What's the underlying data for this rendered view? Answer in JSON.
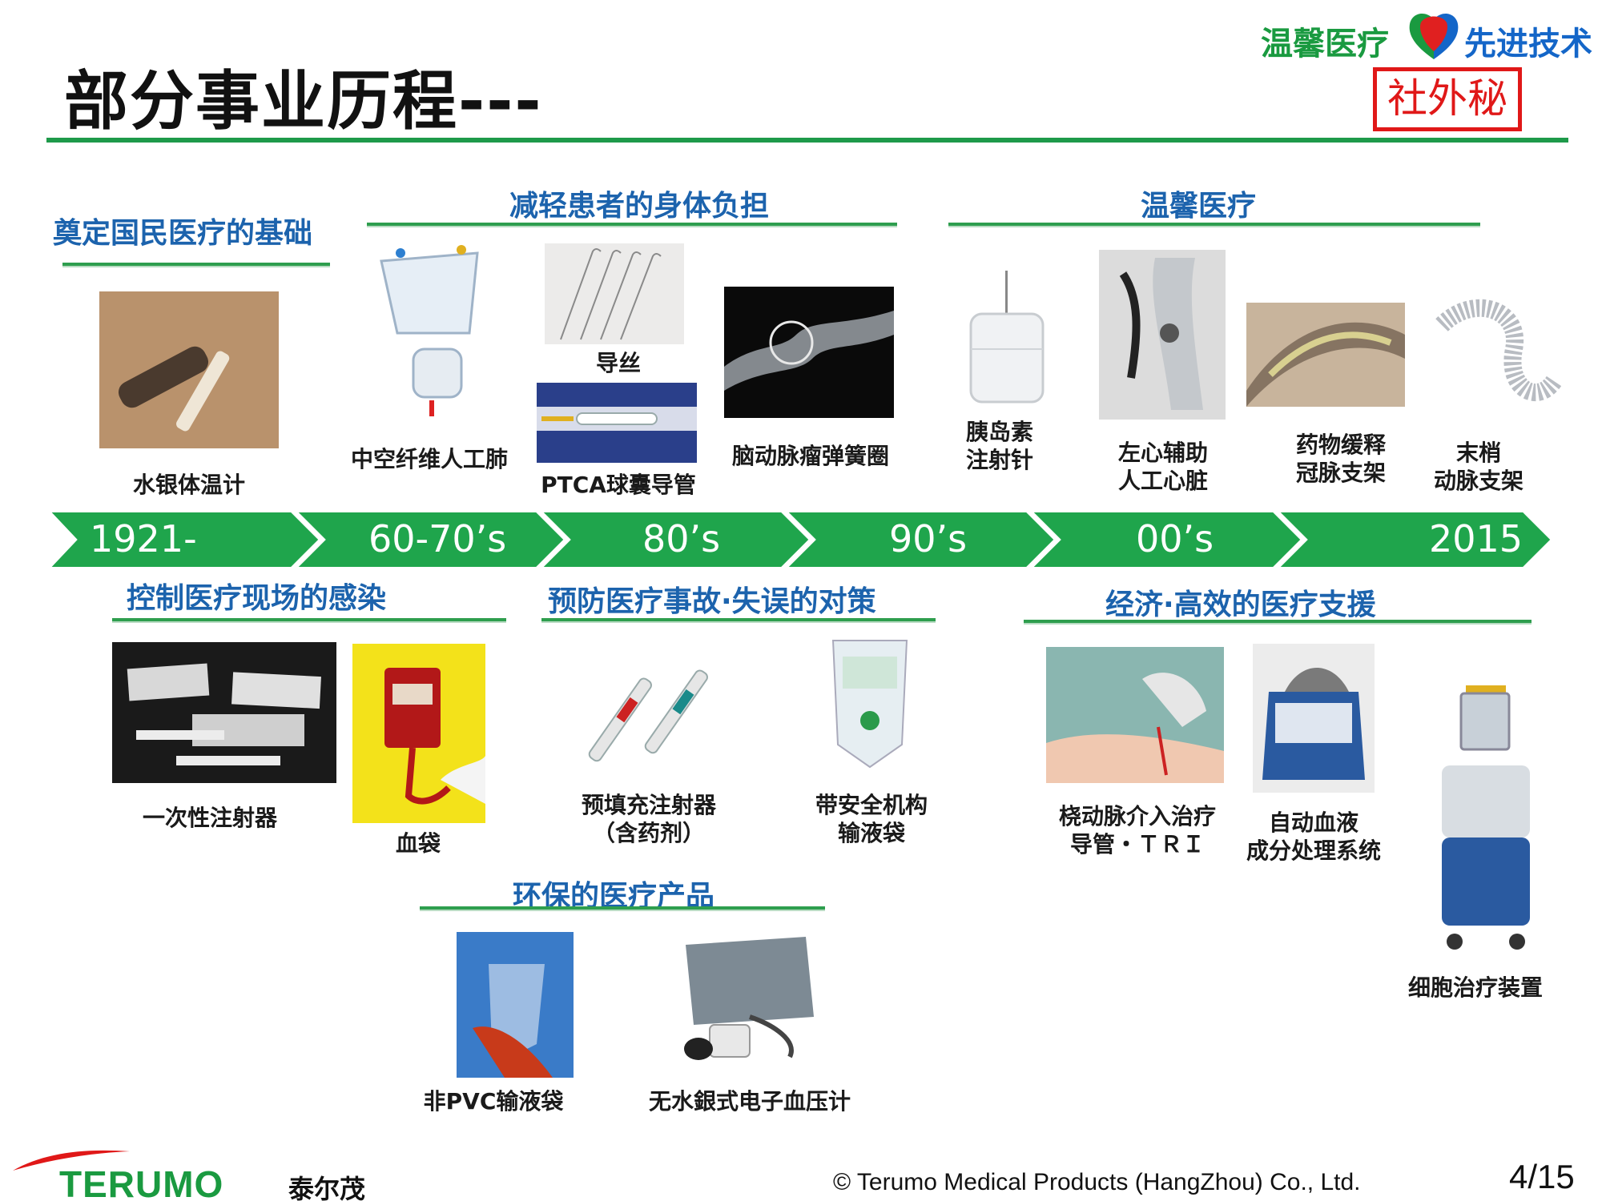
{
  "header": {
    "title": "部分事业历程---",
    "slogan_left": "温馨医疗",
    "slogan_right": "先进技术",
    "stamp": "社外秘"
  },
  "colors": {
    "green": "#1e9a4a",
    "blue_heading": "#1c63ad",
    "stamp_red": "#e01818",
    "timeline_green": "#1fa54c"
  },
  "categories": {
    "foundation": "奠定国民医疗的基础",
    "reduce_burden": "减轻患者的身体负担",
    "warm_care": "温馨医疗",
    "infection": "控制医疗现场的感染",
    "prevent_errors": "预防医疗事故·失误的对策",
    "economy": "经济·高效的医疗支援",
    "eco": "环保的医疗产品"
  },
  "timeline": [
    "1921-",
    "60-70’s",
    "80’s",
    "90’s",
    "00’s",
    "2015"
  ],
  "products": {
    "thermometer": "水银体温计",
    "hollow_fiber_lung": "中空纤维人工肺",
    "guidewire": "导丝",
    "ptca": "PTCA球囊导管",
    "coil": "脑动脉瘤弹簧圈",
    "insulin_1": "胰岛素",
    "insulin_2": "注射针",
    "lvad_1": "左心辅助",
    "lvad_2": "人工心脏",
    "des_1": "药物缓释",
    "des_2": "冠脉支架",
    "peripheral_1": "末梢",
    "peripheral_2": "动脉支架",
    "syringe": "一次性注射器",
    "blood_bag": "血袋",
    "prefilled_1": "预填充注射器",
    "prefilled_2": "（含药剂）",
    "safety_bag_1": "带安全机构",
    "safety_bag_2": "输液袋",
    "tri_1": "桡动脉介入治疗",
    "tri_2": "导管・ＴＲＩ",
    "blood_sys_1": "自动血液",
    "blood_sys_2": "成分处理系统",
    "cell_therapy": "细胞治疗装置",
    "non_pvc": "非PVC输液袋",
    "bp_meter": "无水銀式电子血压计"
  },
  "footer": {
    "brand": "TERUMO",
    "brand_cn": "泰尔茂",
    "copyright": "© Terumo Medical Products (HangZhou) Co., Ltd.",
    "page": "4/15"
  }
}
